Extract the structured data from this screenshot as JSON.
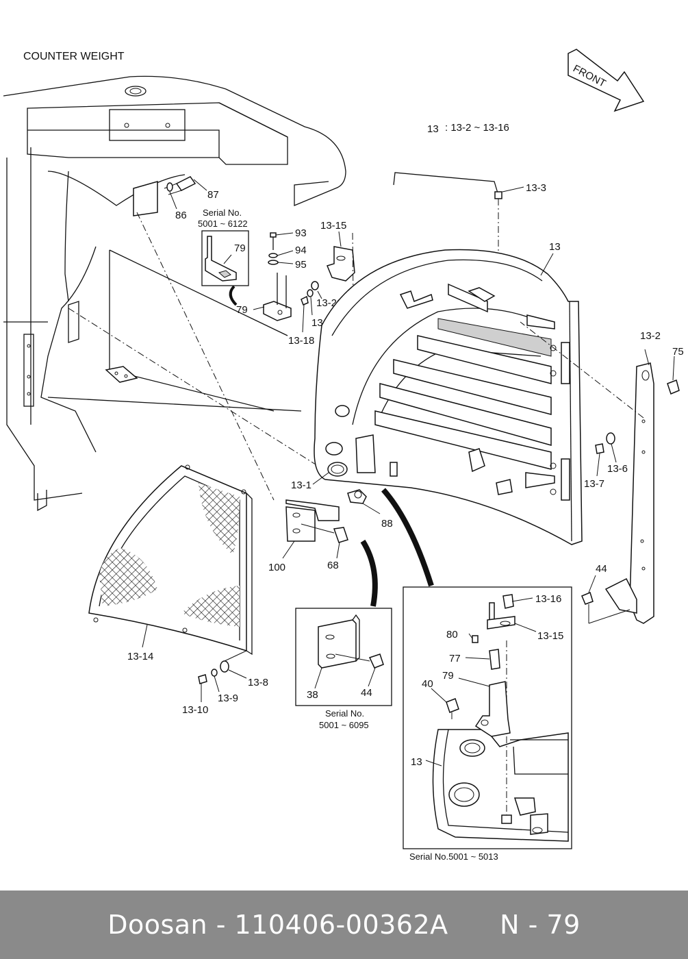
{
  "header": {
    "section_title": "COUNTER WEIGHT",
    "front_label": "FRONT"
  },
  "assembly_note": {
    "part": "13",
    "range": ": 13-2 ~ 13-16"
  },
  "inset_serial_6122": {
    "title": "Serial No.",
    "range": "5001 ~ 6122"
  },
  "inset_serial_6095": {
    "title": "Serial No.",
    "range": "5001 ~ 6095"
  },
  "inset_serial_5013": {
    "text": "Serial No.5001 ~ 5013"
  },
  "labels": {
    "p87": "87",
    "p86": "86",
    "p79a": "79",
    "p79b": "79",
    "p93": "93",
    "p94": "94",
    "p95": "95",
    "p13_15a": "13-15",
    "p13_20": "13-20",
    "p13_19": "13-19",
    "p13_18": "13-18",
    "p13_3": "13-3",
    "p13a": "13",
    "p13_2": "13-2",
    "p75": "75",
    "p13_6": "13-6",
    "p13_7": "13-7",
    "p13_1": "13-1",
    "p88": "88",
    "p100": "100",
    "p68": "68",
    "p44a": "44",
    "p13_14": "13-14",
    "p13_8": "13-8",
    "p13_9": "13-9",
    "p13_10": "13-10",
    "p38": "38",
    "p44b": "44",
    "p13_16": "13-16",
    "p13_15b": "13-15",
    "p80": "80",
    "p77": "77",
    "p79c": "79",
    "p40": "40",
    "p13b": "13"
  },
  "footer": {
    "brand": "Doosan",
    "separator": " - ",
    "part_number": "110406-00362A",
    "page_label": "N - 79"
  }
}
